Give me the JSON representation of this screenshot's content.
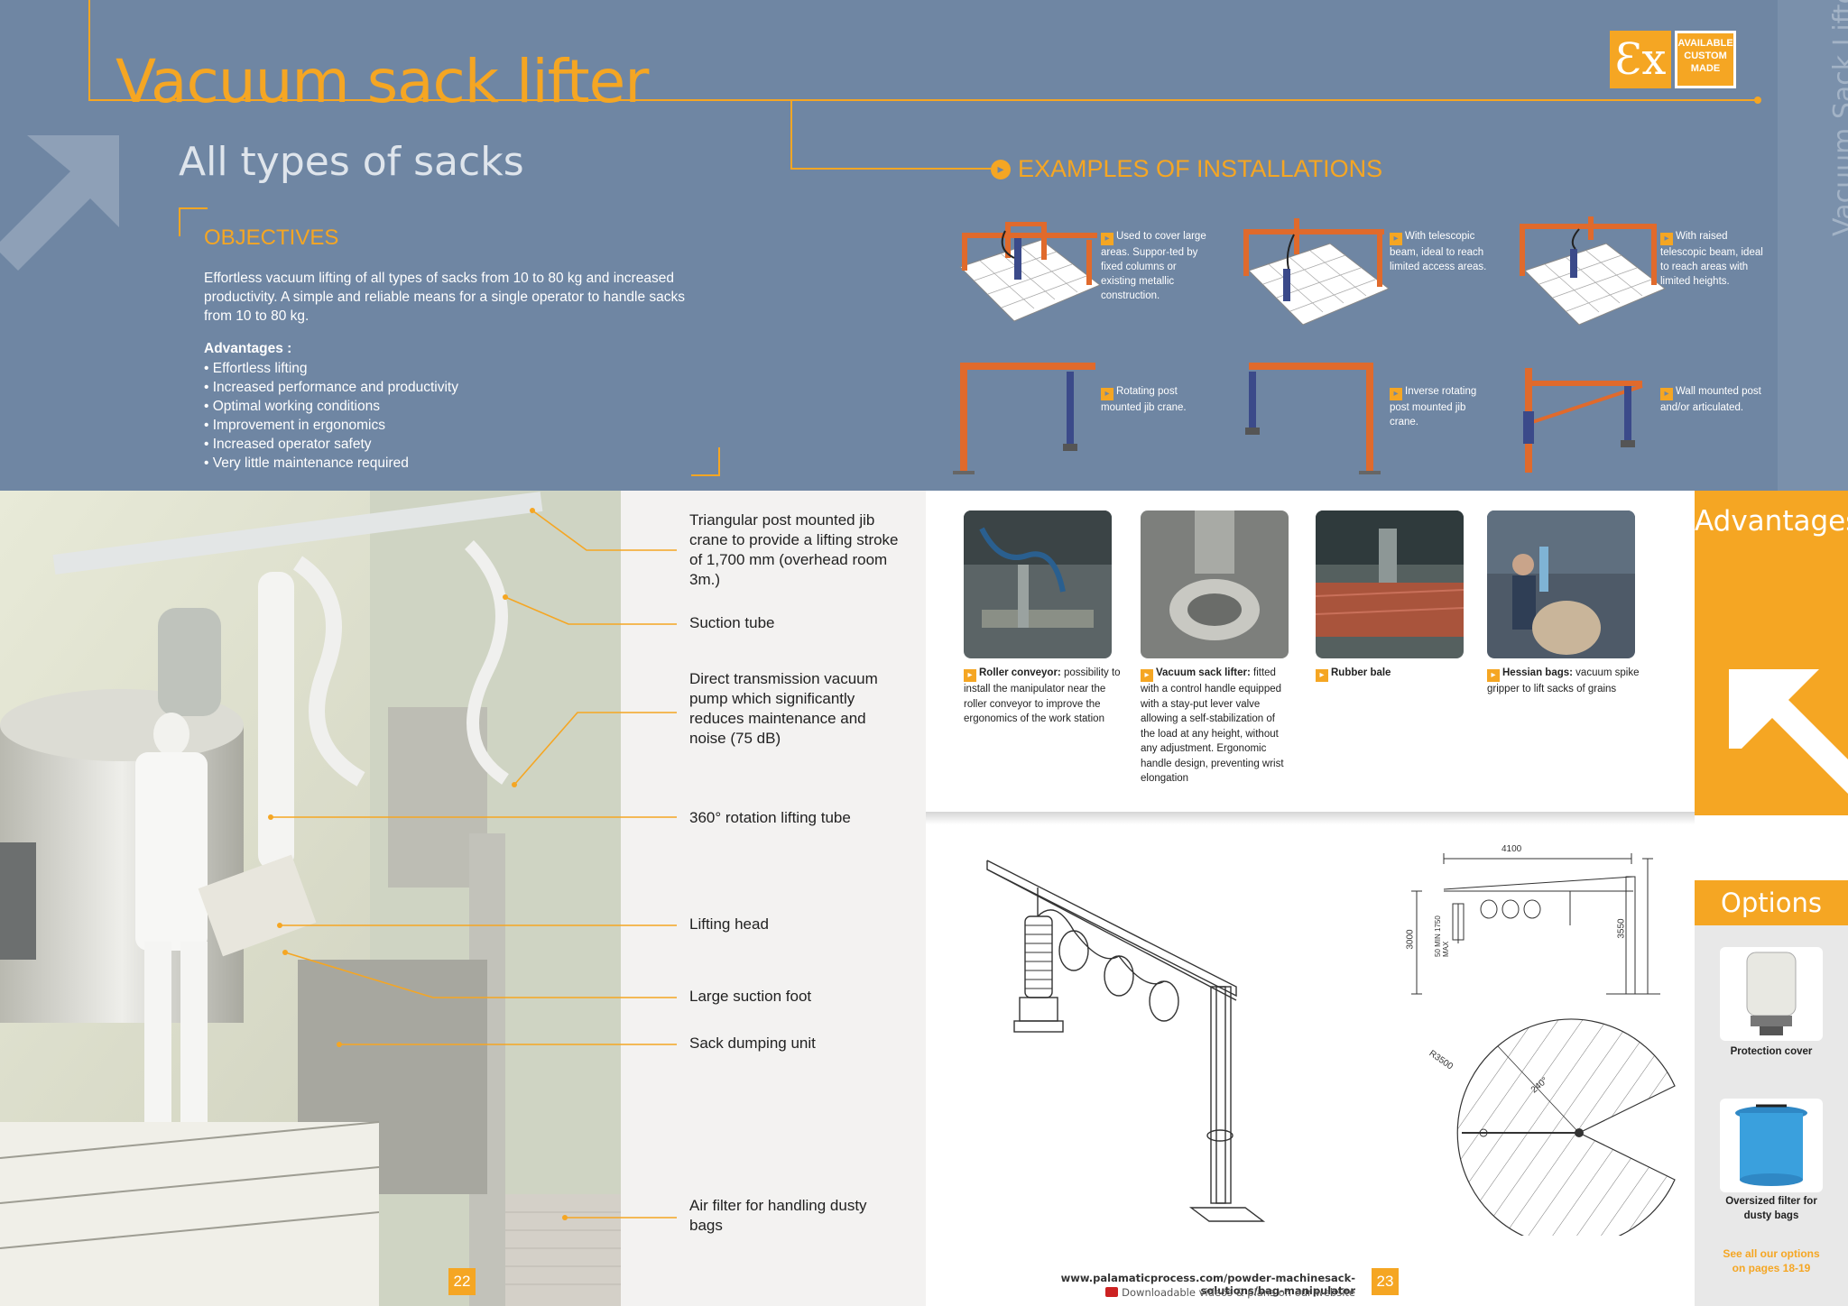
{
  "header": {
    "title": "Vacuum sack lifter",
    "subtitle": "All types of sacks",
    "vertical_title": "Vacuum Sack Lifter",
    "ex_badge": "Ɛx",
    "custom_badge": [
      "AVAILABLE",
      "CUSTOM",
      "MADE"
    ]
  },
  "objectives": {
    "heading": "OBJECTIVES",
    "text": "Effortless vacuum lifting of all types of sacks from 10 to 80 kg and increased productivity. A simple and reliable means for a single operator to handle sacks from 10 to 80 kg.",
    "advantages_label": "Advantages :",
    "advantages": [
      "Effortless lifting",
      "Increased performance and productivity",
      "Optimal working conditions",
      "Improvement in ergonomics",
      "Increased operator safety",
      "Very little maintenance required"
    ]
  },
  "examples": {
    "heading": "EXAMPLES OF INSTALLATIONS",
    "items": [
      {
        "caption": "Used to cover large areas. Suppor-ted by fixed columns or existing metallic construction."
      },
      {
        "caption": "With telescopic beam, ideal to reach limited access areas."
      },
      {
        "caption": "With raised telescopic beam, ideal to reach areas with limited heights."
      },
      {
        "caption": "Rotating post mounted jib crane."
      },
      {
        "caption": "Inverse rotating post mounted jib crane."
      },
      {
        "caption": "Wall mounted post and/or articulated."
      }
    ]
  },
  "callouts": [
    "Triangular post mounted jib crane to provide a lifting stroke of 1,700 mm (overhead room 3m.)",
    "Suction tube",
    "Direct transmission vacuum pump which significantly reduces maintenance and noise (75 dB)",
    "360° rotation lifting tube",
    "Lifting head",
    "Large suction foot",
    "Sack dumping unit",
    "Air filter for handling dusty bags"
  ],
  "pages": {
    "left": "22",
    "right": "23"
  },
  "advantages_side": {
    "title": "Advantages"
  },
  "photo_cards": [
    {
      "bold": "Roller conveyor:",
      "text": " possibility to install the manipulator near the roller conveyor to improve the ergonomics of the work station"
    },
    {
      "bold": "Vacuum sack lifter:",
      "text": " fitted with a control handle equipped with a stay-put lever valve allowing a self-stabilization of the load at any height, without any adjustment. Ergonomic handle design, preventing wrist elongation"
    },
    {
      "bold": "Rubber bale",
      "text": ""
    },
    {
      "bold": "Hessian bags:",
      "text": " vacuum spike gripper to lift sacks of grains"
    }
  ],
  "drawing_dims": {
    "width": "4100",
    "height_left": "3000",
    "height_right": "3550",
    "min_max": "50 MIN 1750 MAX",
    "radius": "R3500",
    "angle": "240°"
  },
  "options": {
    "title": "Options",
    "items": [
      "Protection cover",
      "Oversized filter for dusty bags"
    ],
    "see_all": [
      "See all our options",
      "on pages 18-19"
    ]
  },
  "footer": {
    "website": "www.palamaticprocess.com/powder-machinesack-solutions/bag-manipulator",
    "downloads": "Downloadable videos & plans on our website"
  },
  "colors": {
    "accent": "#f5a623",
    "band": "#6f86a3"
  }
}
